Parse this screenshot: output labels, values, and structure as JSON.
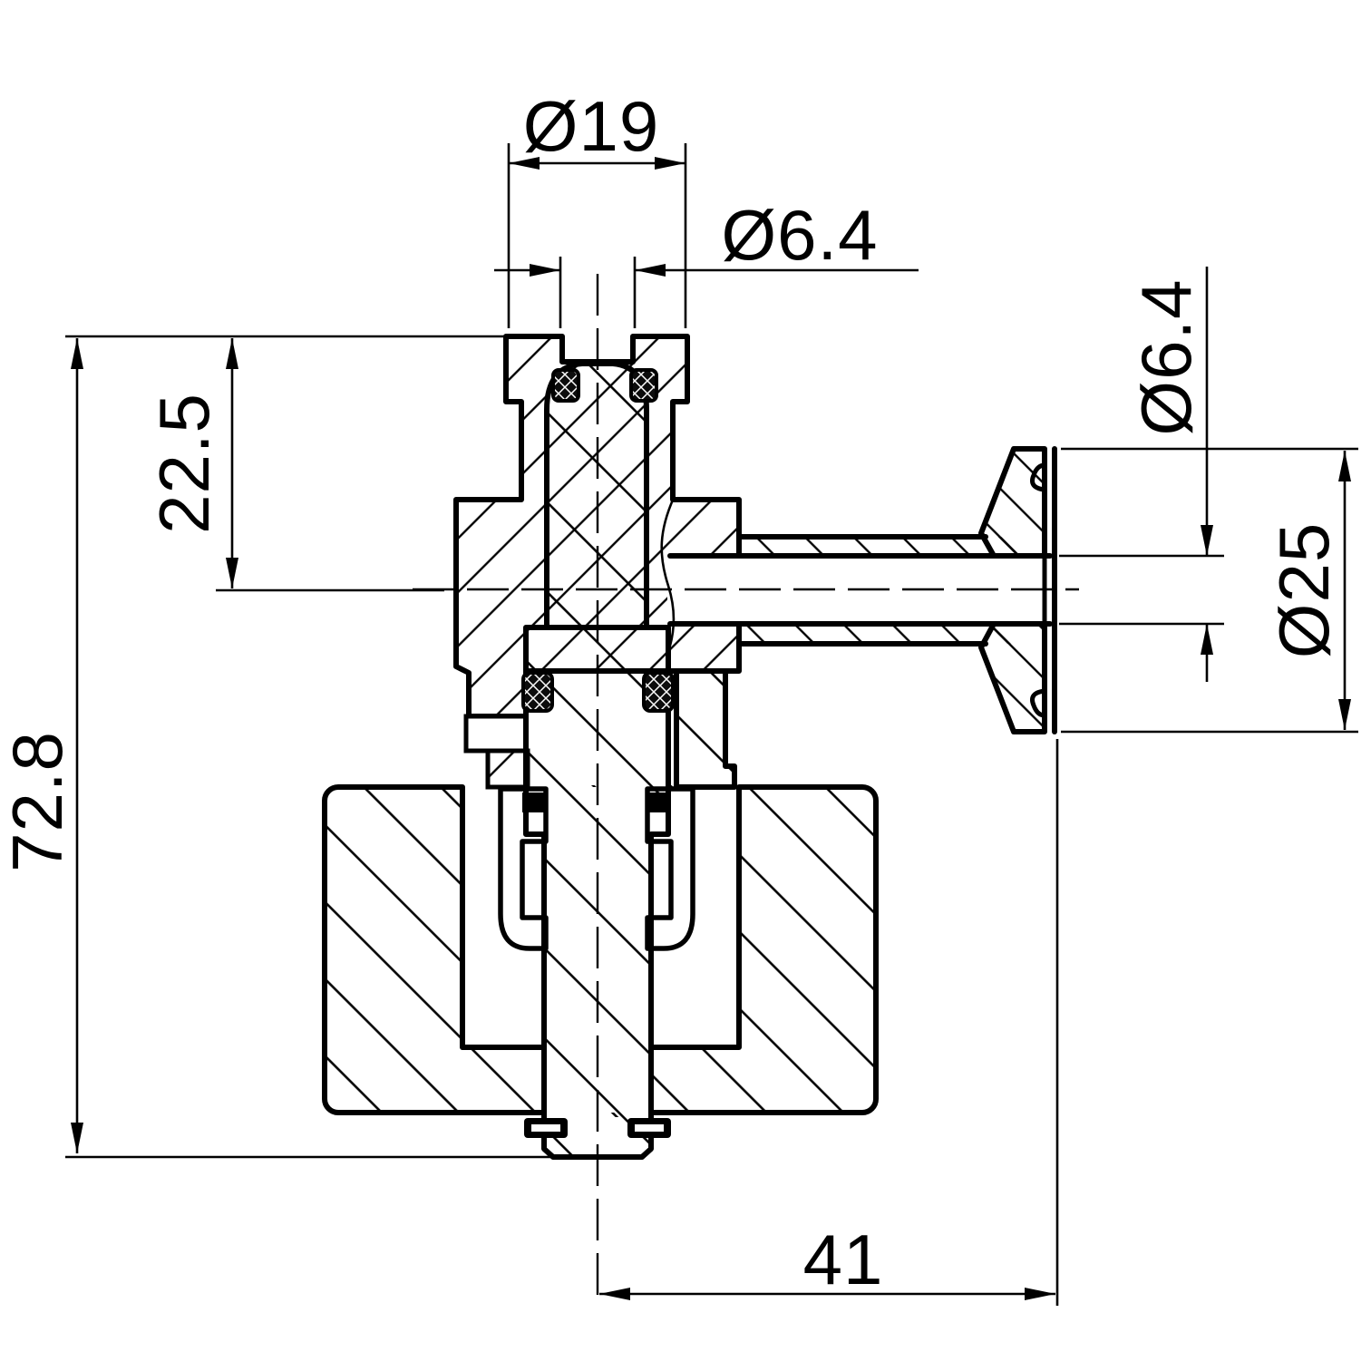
{
  "drawing": {
    "type": "technical-cross-section",
    "background": "#ffffff",
    "line_color": "#000000",
    "dimensions": {
      "cap_diameter": {
        "label": "Ø19",
        "value": 19,
        "orientation": "horizontal",
        "location": "top"
      },
      "top_bore_diameter": {
        "label": "Ø6.4",
        "value": 6.4,
        "orientation": "horizontal",
        "location": "top"
      },
      "bonnet_depth": {
        "label": "22.5",
        "value": 22.5,
        "orientation": "vertical",
        "location": "left"
      },
      "overall_height": {
        "label": "72.8",
        "value": 72.8,
        "orientation": "vertical",
        "location": "left"
      },
      "port_length": {
        "label": "41",
        "value": 41,
        "orientation": "horizontal",
        "location": "bottom"
      },
      "port_bore_diameter": {
        "label": "Ø6.4",
        "value": 6.4,
        "orientation": "vertical",
        "location": "right"
      },
      "flange_diameter": {
        "label": "Ø25",
        "value": 25,
        "orientation": "vertical",
        "location": "right"
      }
    }
  }
}
